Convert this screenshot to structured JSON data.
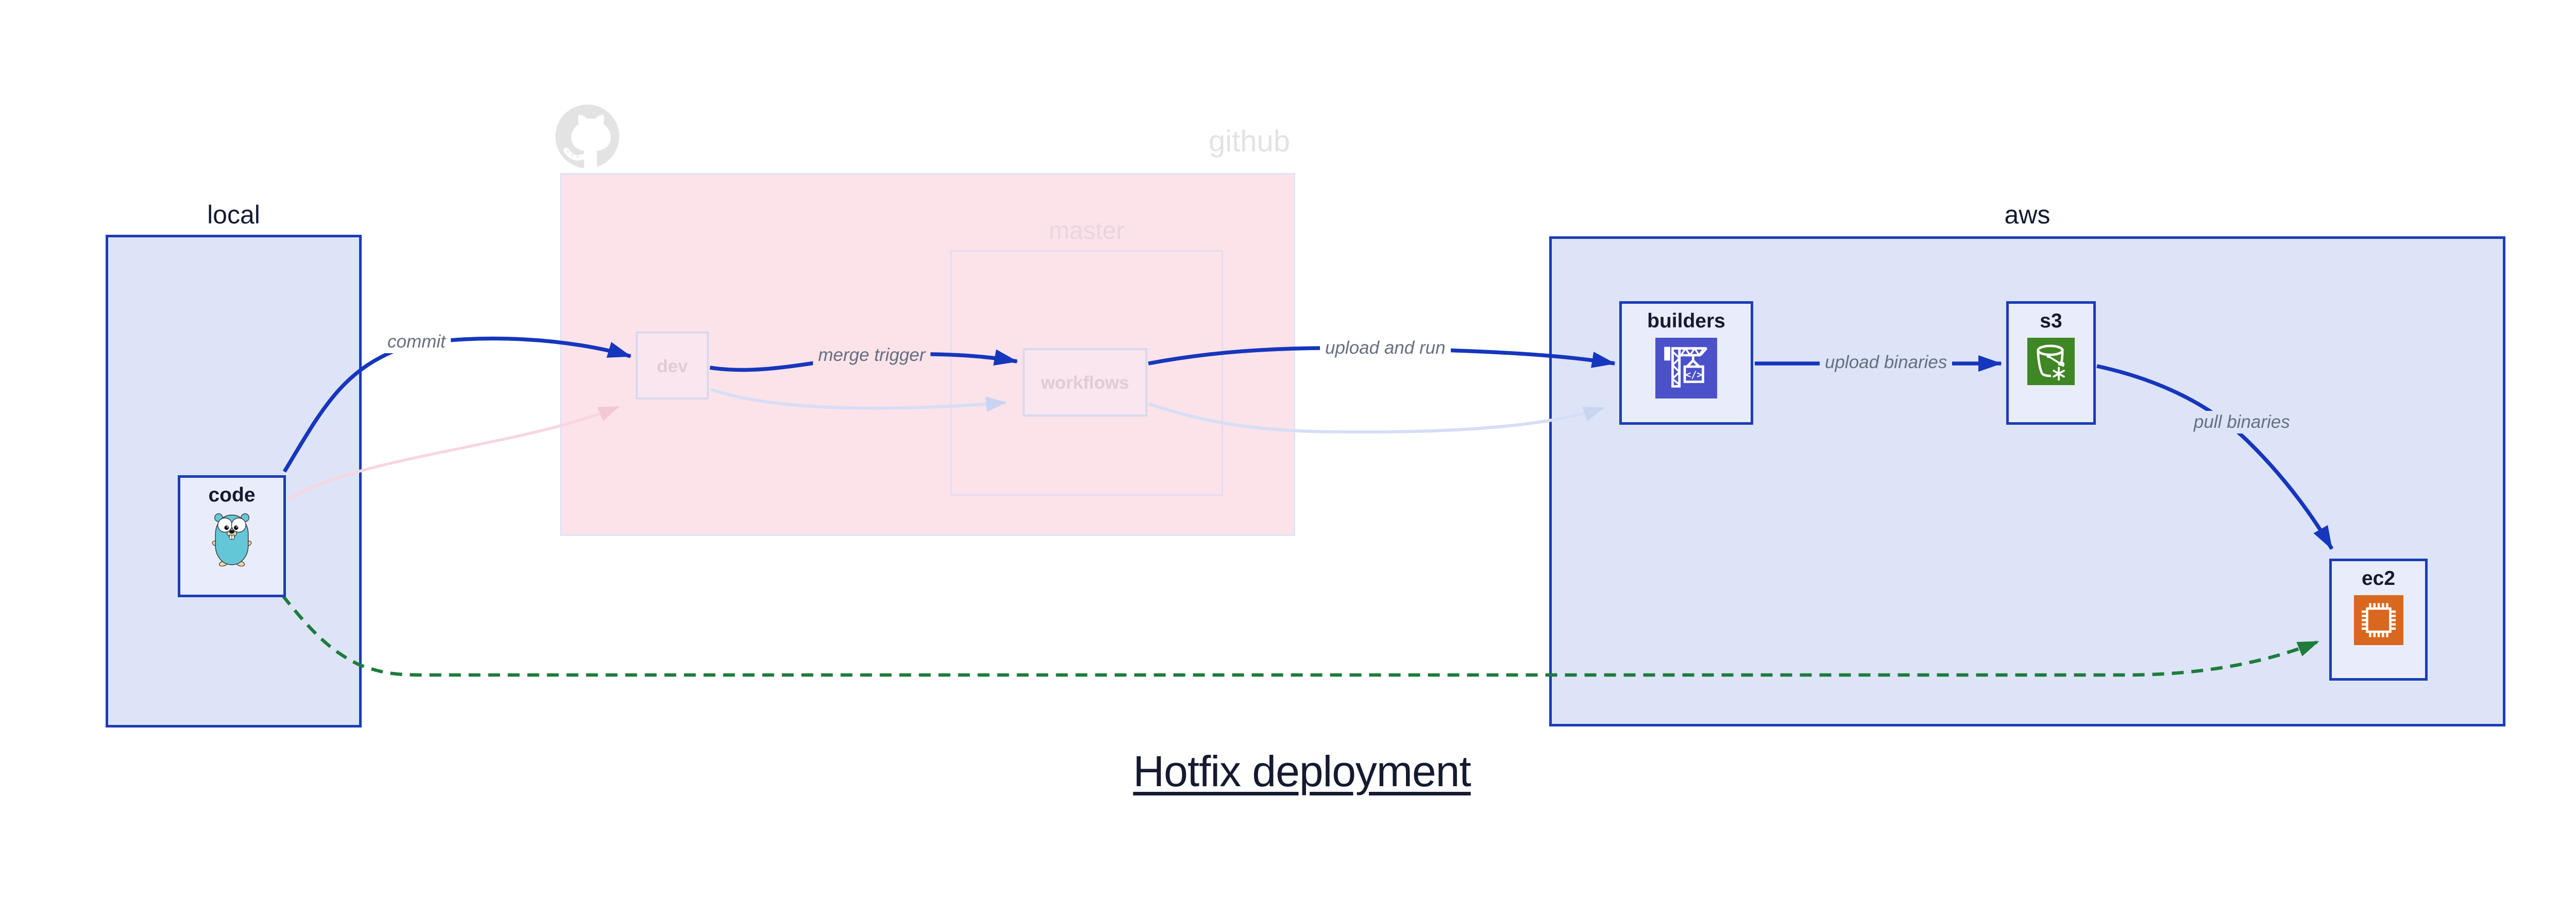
{
  "title": "Hotfix deployment",
  "groups": {
    "local": {
      "label": "local"
    },
    "github": {
      "label": "github",
      "master": {
        "label": "master"
      }
    },
    "aws": {
      "label": "aws"
    }
  },
  "nodes": {
    "code": {
      "label": "code",
      "group": "local",
      "icon": "go-gopher-icon"
    },
    "dev": {
      "label": "dev",
      "group": "github",
      "state": "faded"
    },
    "workflows": {
      "label": "workflows",
      "group": "github.master",
      "state": "faded"
    },
    "builders": {
      "label": "builders",
      "group": "aws",
      "icon": "aws-codebuild-icon"
    },
    "s3": {
      "label": "s3",
      "group": "aws",
      "icon": "aws-s3-bucket-icon"
    },
    "ec2": {
      "label": "ec2",
      "group": "aws",
      "icon": "aws-ec2-chip-icon"
    }
  },
  "edges": {
    "commit": {
      "label": "commit",
      "from": "code",
      "to": "dev",
      "style": "solid-blue"
    },
    "merge_trigger": {
      "label": "merge trigger",
      "from": "dev",
      "to": "workflows",
      "style": "solid-blue"
    },
    "upload_and_run": {
      "label": "upload and run",
      "from": "workflows",
      "to": "builders",
      "style": "solid-blue"
    },
    "upload_binaries": {
      "label": "upload binaries",
      "from": "builders",
      "to": "s3",
      "style": "solid-blue"
    },
    "pull_binaries": {
      "label": "pull binaries",
      "from": "s3",
      "to": "ec2",
      "style": "solid-blue"
    },
    "hotfix_shortcut": {
      "label": "",
      "from": "code",
      "to": "ec2",
      "style": "dashed-green"
    }
  },
  "faded_edges": [
    {
      "from": "code",
      "to": "dev",
      "color": "faded-pink"
    },
    {
      "from": "dev",
      "to": "workflows",
      "color": "faded-lavender"
    },
    {
      "from": "workflows",
      "to": "builders",
      "color": "faded-lavender"
    }
  ],
  "decorations": {
    "github_logo": "octocat-icon"
  },
  "colors": {
    "group_fill_blue": "#dde4f8",
    "group_border_blue": "#1b3db4",
    "node_fill": "#e9edfb",
    "github_fill": "#fbe3e9",
    "github_border": "#dfe4f8",
    "faded_node_border": "#d8d9ee",
    "faded_node_fill": "#f9e6ee",
    "faded_text": "#e2cbd8",
    "edge_blue": "#1636bd",
    "edge_faded_pink": "#f6d6e0",
    "edge_faded_lavender": "#d6def6",
    "edge_green_dashed": "#1e7c3c",
    "edge_label_gray": "#666f80",
    "dark_text": "#141a31",
    "github_gray": "#e3e3e3",
    "codebuild_purple": "#4a51c9",
    "s3_green": "#3f8624",
    "ec2_orange": "#d9671d",
    "gopher_teal": "#64c7d8"
  }
}
